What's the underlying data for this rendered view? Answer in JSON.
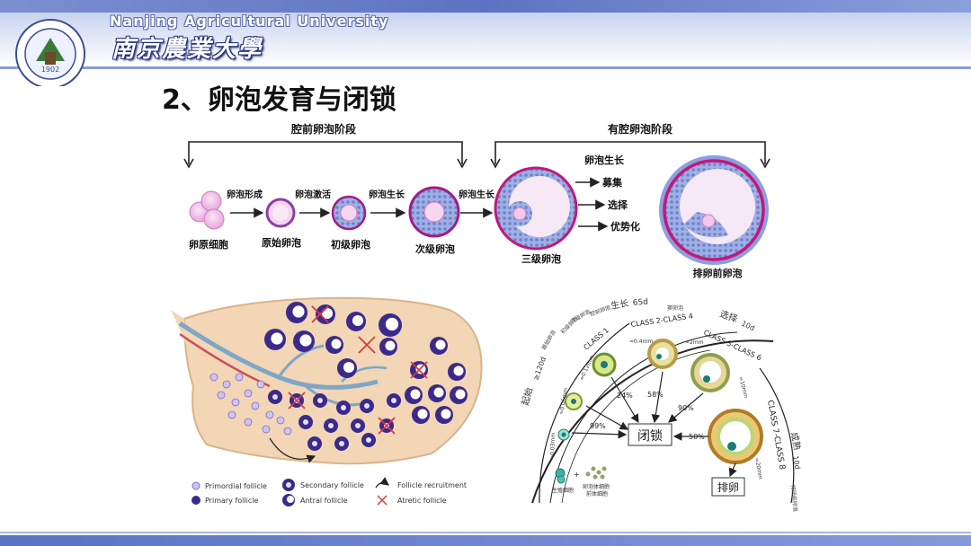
{
  "header": {
    "university_en": "Nanjing  Agricultural University",
    "university_zh": "南京農業大學",
    "logo_year": "1902"
  },
  "slide": {
    "title": "2、卵泡发育与闭锁"
  },
  "top_diagram": {
    "bracket_left": "腔前卵泡阶段",
    "bracket_right": "有腔卵泡阶段",
    "arrows": [
      "卵泡形成",
      "卵泡激活",
      "卵泡生长",
      "卵泡生长"
    ],
    "stages": [
      "卵原细胞",
      "原始卵泡",
      "初级卵泡",
      "次级卵泡",
      "三级卵泡",
      "排卵前卵泡"
    ],
    "growth_label": "卵泡生长",
    "outcomes": [
      "募集",
      "选择",
      "优势化"
    ]
  },
  "ovary_legend": {
    "primordial": "Primordial follicle",
    "primary": "Primary follicle",
    "secondary": "Secondary follicle",
    "antral": "Antral follicle",
    "recruitment": "Follicle recruitment",
    "atretic": "Atretic follicle"
  },
  "dev_diagram": {
    "arc_outer_left": "起始",
    "arc_outer_left_2": "≥120d",
    "arc_growth": "生长",
    "arc_growth_days": "65d",
    "arc_select": "选择",
    "arc_select_days": "10d",
    "arc_mature": "成熟",
    "arc_mature_days": "10d",
    "class1": "CLASS 1",
    "class2_4": "CLASS 2-CLASS 4",
    "class5_6": "CLASS 5-CLASS 6",
    "class7_8": "CLASS 7-CLASS 8",
    "size1": "≈0.4mm",
    "size2": "≈2mm",
    "size3": "≈10mm",
    "size4": "≈20mm",
    "size5": "≈0.12mm",
    "size6": "≈0.06mm",
    "size7": "≈0.03mm",
    "percent_24": "24%",
    "percent_58": "58%",
    "percent_90": "90%",
    "percent_99": "99%",
    "percent_50": "50%",
    "atresia": "闭锁",
    "ovulation": "排卵",
    "germ_cell": "生殖细胞",
    "somatic_cell": "卵泡体细胞",
    "somatic_cell_2": "前体细胞",
    "inner_labels": [
      "原始卵泡",
      "初级卵泡",
      "次级卵泡",
      "腔前卵泡",
      "窦卵泡",
      "排卵前卵泡"
    ]
  },
  "colors": {
    "header_blue": "#5c73c3",
    "follicle_purple": "#3b2a8c",
    "follicle_magenta": "#c2187a",
    "atretic_red": "#d93b3b"
  }
}
